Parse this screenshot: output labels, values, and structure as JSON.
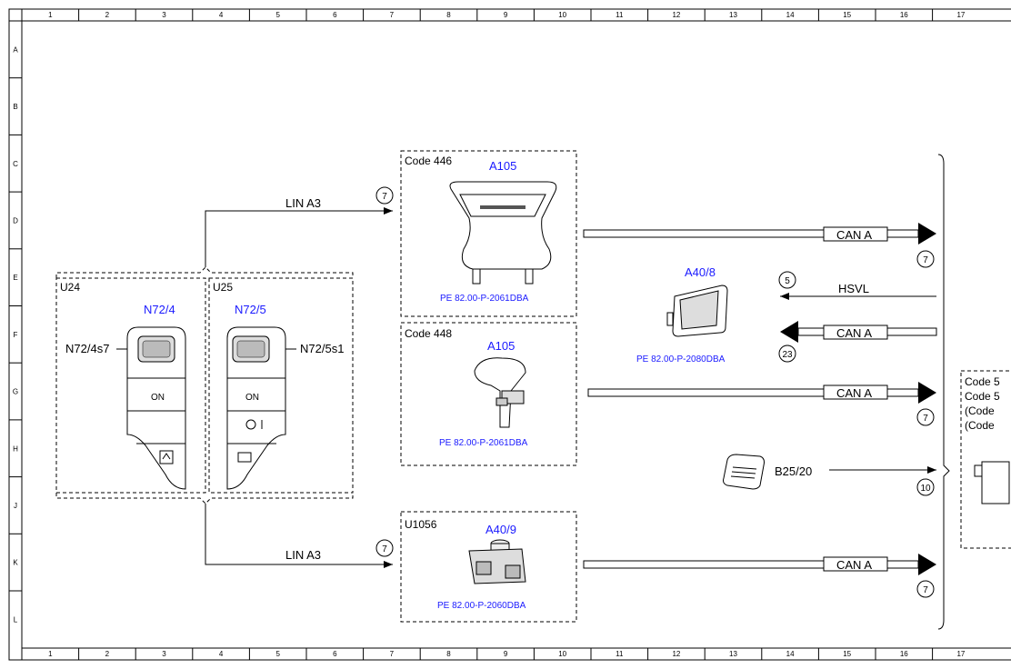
{
  "grid": {
    "columns": [
      "1",
      "2",
      "3",
      "4",
      "5",
      "6",
      "7",
      "8",
      "9",
      "10",
      "11",
      "12",
      "13",
      "14",
      "15",
      "16",
      "17"
    ],
    "rows": [
      "A",
      "B",
      "C",
      "D",
      "E",
      "F",
      "G",
      "H",
      "J",
      "K",
      "L"
    ]
  },
  "left_group": {
    "u24": {
      "label": "U24",
      "component": "N72/4",
      "switch_label": "N72/4s7",
      "on_label": "ON"
    },
    "u25": {
      "label": "U25",
      "component": "N72/5",
      "switch_label": "N72/5s1",
      "on_label": "ON"
    }
  },
  "lin_top": {
    "label": "LIN A3",
    "circle": "7"
  },
  "lin_bottom": {
    "label": "LIN A3",
    "circle": "7"
  },
  "box_446": {
    "code": "Code 446",
    "component": "A105",
    "ref": "PE 82.00-P-2061DBA",
    "bus": "CAN A",
    "circle": "7"
  },
  "box_448": {
    "code": "Code 448",
    "component": "A105",
    "ref": "PE 82.00-P-2061DBA",
    "bus": "CAN A",
    "circle": "7"
  },
  "box_u1056": {
    "code": "U1056",
    "component": "A40/9",
    "ref": "PE 82.00-P-2060DBA",
    "bus": "CAN A",
    "circle": "7"
  },
  "a40_8": {
    "component": "A40/8",
    "ref": "PE 82.00-P-2080DBA",
    "hsvl": "HSVL",
    "hsvl_circle": "5",
    "bus": "CAN A",
    "bus_circle": "23"
  },
  "b25": {
    "label": "B25/20",
    "circle": "10"
  },
  "right_box": {
    "lines": [
      "Code 5",
      "Code 5",
      "(Code",
      "(Code"
    ]
  },
  "colors": {
    "accent": "#1a1aff",
    "line": "#000000"
  }
}
